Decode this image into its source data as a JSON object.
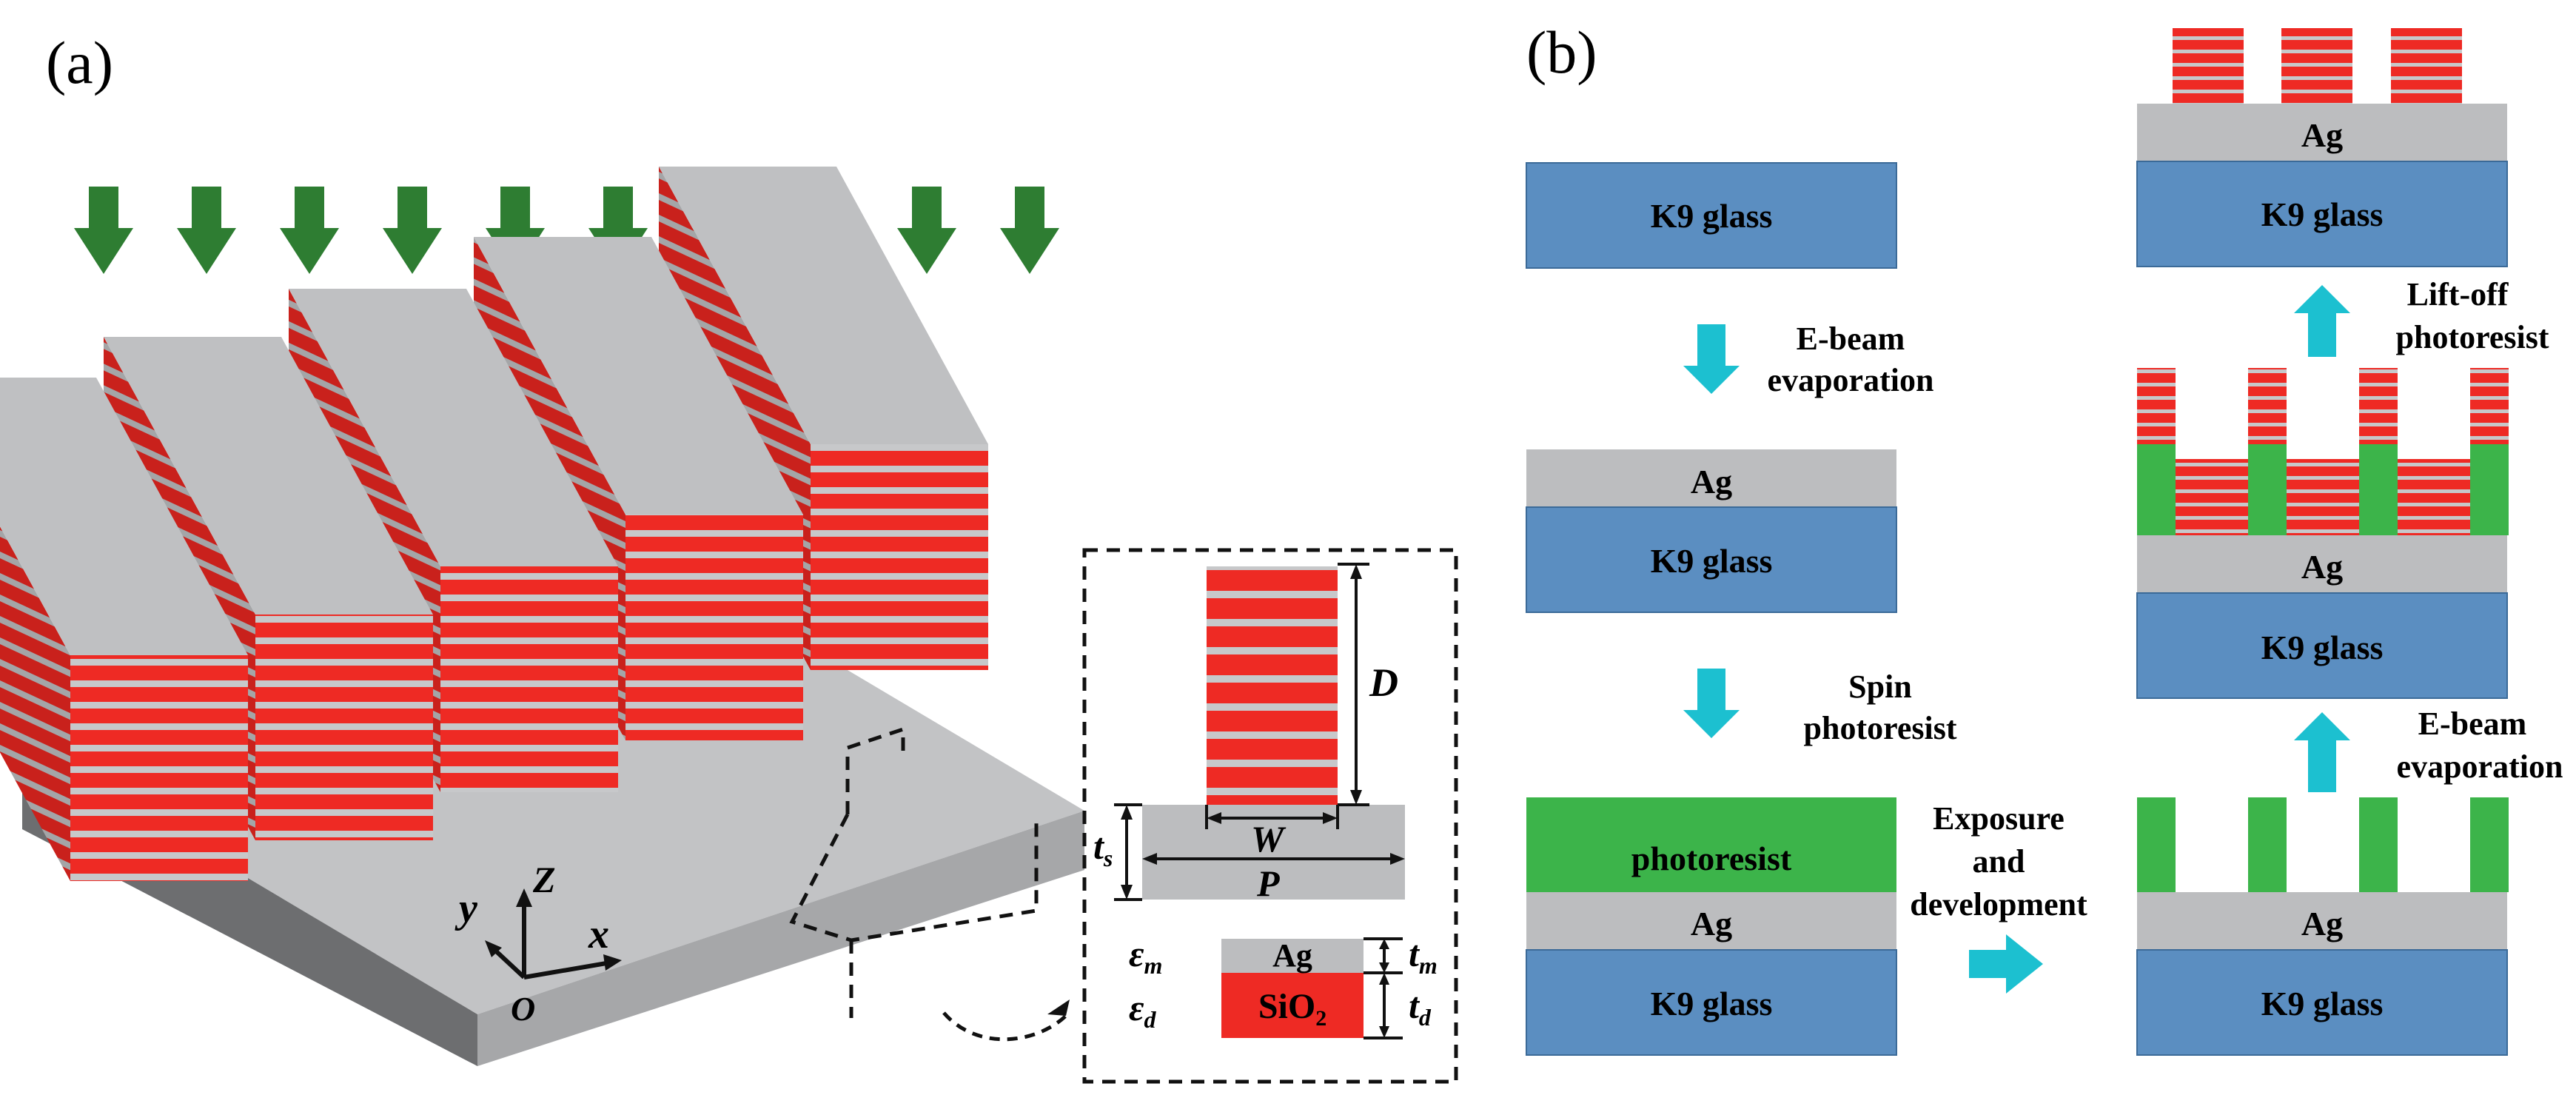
{
  "panel_a": {
    "label": "(a)",
    "axes": {
      "z": "Z",
      "y": "y",
      "x": "x",
      "origin": "O"
    },
    "inset": {
      "height_label": "D",
      "width_label": "W",
      "substrate_label": "t",
      "substrate_sub": "s",
      "period_label": "P",
      "metal_eps": "ε",
      "metal_eps_sub": "m",
      "dielectric_eps": "ε",
      "dielectric_eps_sub": "d",
      "metal_name": "Ag",
      "dielectric_name": "SiO",
      "dielectric_sub": "2",
      "metal_thickness": "t",
      "metal_thickness_sub": "m",
      "dielectric_thickness": "t",
      "dielectric_thickness_sub": "d"
    }
  },
  "panel_b": {
    "label": "(b)",
    "glass": "K9 glass",
    "silver": "Ag",
    "photoresist": "photoresist",
    "step_ebeam_1": [
      "E-beam",
      "evaporation"
    ],
    "step_spin": [
      "Spin",
      "photoresist"
    ],
    "step_exposure": [
      "Exposure",
      "and",
      "development"
    ],
    "step_ebeam_2": [
      "E-beam",
      "evaporation"
    ],
    "step_liftoff": [
      "Lift-off",
      "photoresist"
    ]
  },
  "colors": {
    "red": "#ee2a24",
    "gray_top": "#bfc0c2",
    "gray_side": "#a6a7a9",
    "gray_dark": "#6d6e70",
    "glass": "#5b8ec1",
    "silver": "#bcbdbf",
    "green_resist": "#3cb44a",
    "arrow_green": "#2e7d32",
    "arrow_cyan": "#1cc0d0"
  }
}
